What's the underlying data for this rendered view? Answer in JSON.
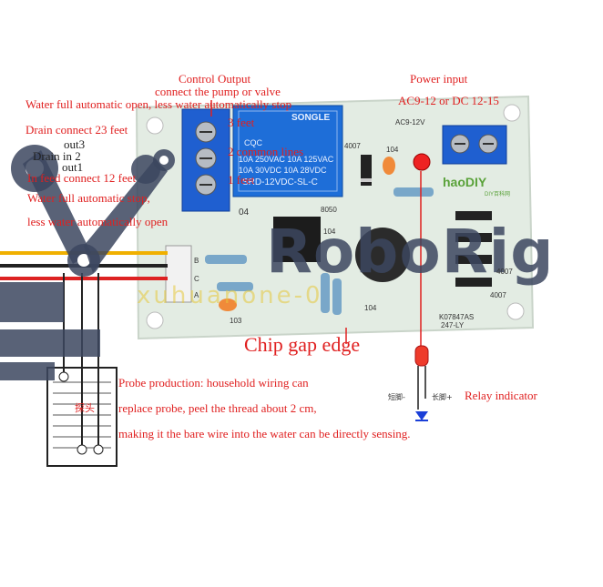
{
  "labels": {
    "control_output_title": "Control Output",
    "control_output_sub": "connect the pump or valve",
    "water_full_open": "Water full automatic open, less water automatically stop",
    "drain": "Drain connect 23 feet",
    "out3": "out3",
    "drain_in": "Drain in 2",
    "out1": "out1",
    "feed": "In feed connect 12 feet",
    "water_full_stop": "Water full automatic stop,",
    "less_open": "less water automatically open",
    "feet3": "3 feet",
    "common": "2 common lines",
    "feet1": "1 feet",
    "power_title": "Power input",
    "power_spec": "AC9-12  or DC 12-15",
    "chip_gap": "Chip gap edge",
    "probe1": "Probe production: household wiring can",
    "probe2": "replace probe, peel the thread about 2 cm,",
    "probe3": "making it the bare wire into the water can be directly sensing.",
    "relay_indicator": "Relay indicator",
    "probe_zh": "探头",
    "short_leg": "短脚-",
    "long_leg": "长脚+"
  },
  "relay": {
    "brand": "SONGLE",
    "line1": "10A 250VAC  10A 125VAC",
    "line2": "10A 30VDC  10A 28VDC",
    "model": "SRD-12VDC-SL-C",
    "cert": "CQC"
  },
  "silkscreen": {
    "ac": "AC9-12V",
    "part_8050": "8050",
    "part_104a": "104",
    "part_104b": "104",
    "part_104c": "104",
    "part_103": "103",
    "part_4007a": "4007",
    "part_4007b": "4007",
    "part_4007c": "4007",
    "pin_b": "B",
    "pin_c": "C",
    "pin_a": "A",
    "board_code": "K07847AS",
    "board_code2": "247-LY",
    "label_04": "04",
    "hao": "haoDIY",
    "hao_sub": "DIY百科网"
  },
  "watermark": {
    "brand": "RoboRig",
    "sub": "xuhuanone-0"
  },
  "colors": {
    "pcb": "#e3ece3",
    "terminal": "#1f5fd0",
    "relay": "#1e6ed8",
    "annotation": "#e02020",
    "watermark": "#3c465f"
  }
}
